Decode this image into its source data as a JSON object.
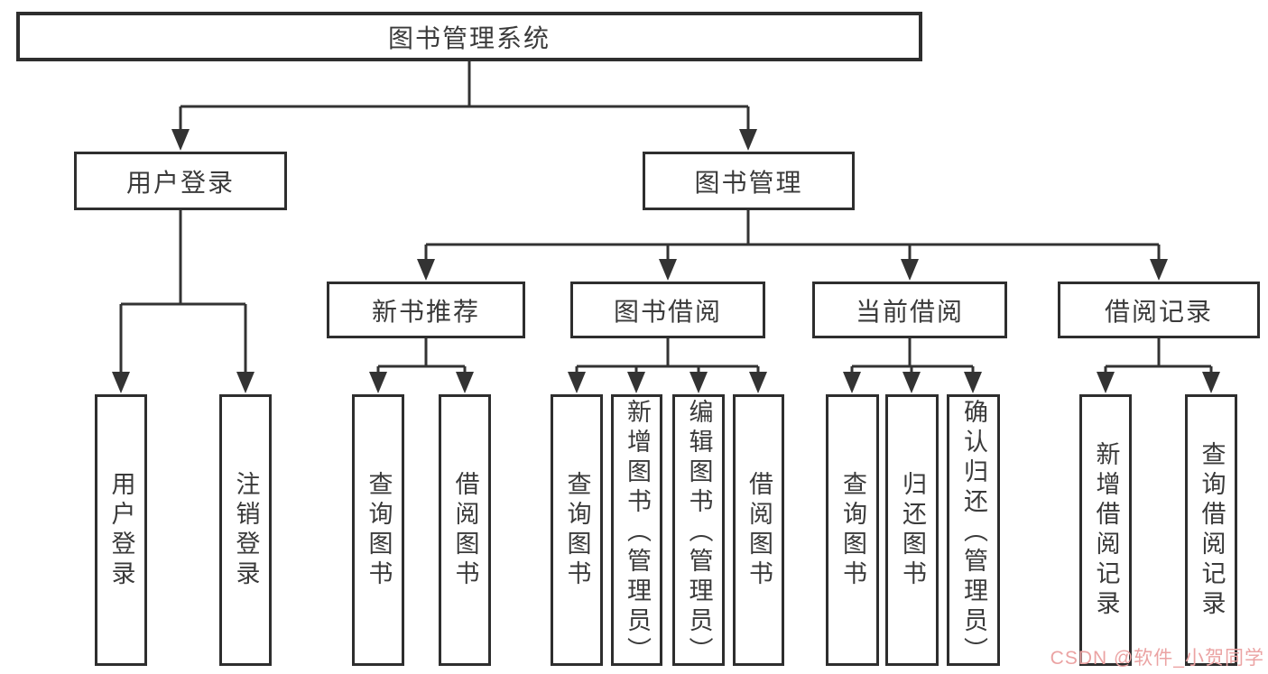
{
  "diagram": {
    "root": {
      "label": "图书管理系统",
      "children": [
        {
          "label": "用户登录",
          "children": [
            {
              "label": "用户登录"
            },
            {
              "label": "注销登录"
            }
          ]
        },
        {
          "label": "图书管理",
          "children": [
            {
              "label": "新书推荐",
              "children": [
                {
                  "label": "查询图书"
                },
                {
                  "label": "借阅图书"
                }
              ]
            },
            {
              "label": "图书借阅",
              "children": [
                {
                  "label": "查询图书"
                },
                {
                  "label": "新增图书（管理员）"
                },
                {
                  "label": "编辑图书（管理员）"
                },
                {
                  "label": "借阅图书"
                }
              ]
            },
            {
              "label": "当前借阅",
              "children": [
                {
                  "label": "查询图书"
                },
                {
                  "label": "归还图书"
                },
                {
                  "label": "确认归还（管理员）"
                }
              ]
            },
            {
              "label": "借阅记录",
              "children": [
                {
                  "label": "新增借阅记录"
                },
                {
                  "label": "查询借阅记录"
                }
              ]
            }
          ]
        }
      ]
    }
  },
  "watermark": {
    "text": "CSDN @软件_小贺同学"
  },
  "colors": {
    "line": "#333333",
    "box_border": "#2e2e2e",
    "text": "#3a3a3a",
    "watermark": "#eba3a3",
    "background": "#ffffff"
  }
}
